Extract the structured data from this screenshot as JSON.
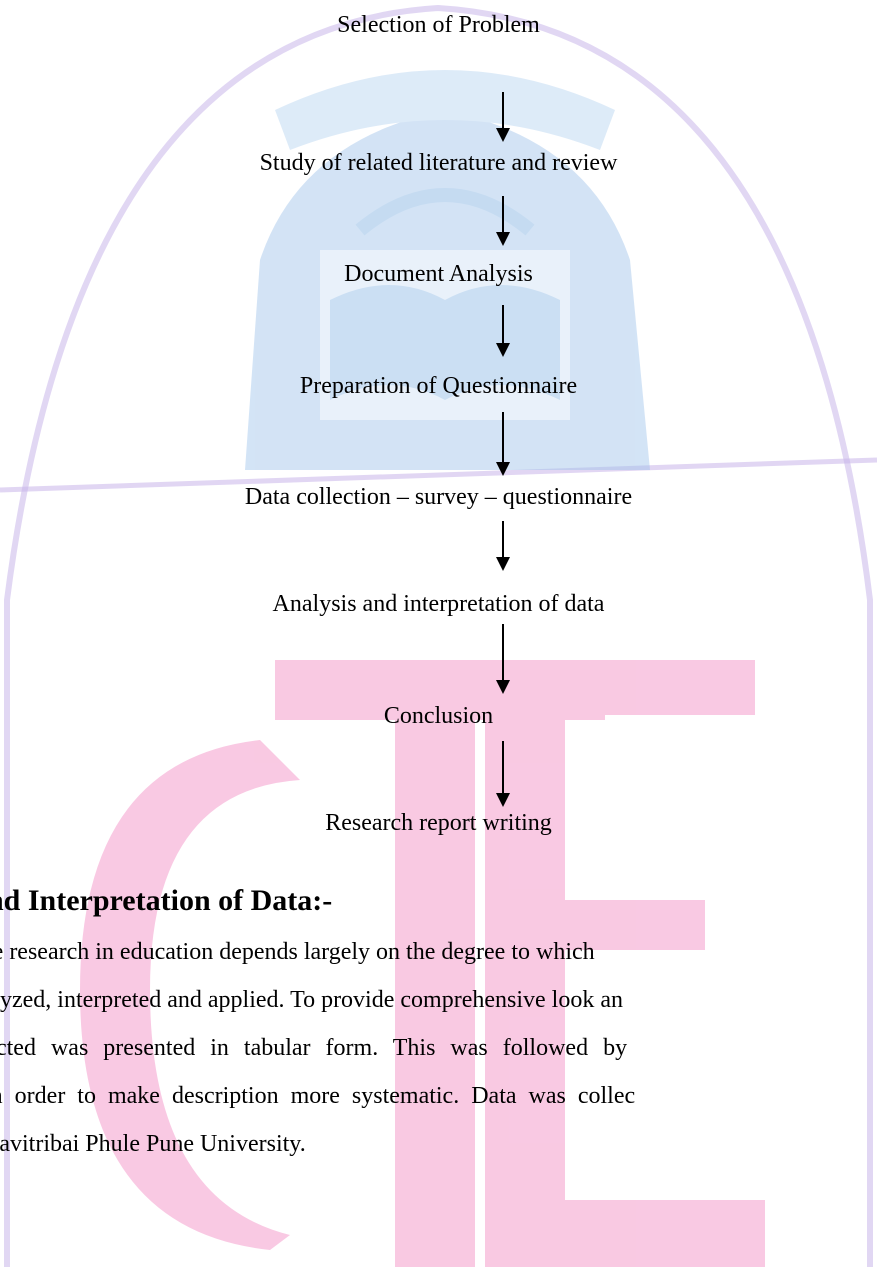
{
  "flowchart": {
    "steps": [
      "Selection of Problem",
      "Study of related literature and review",
      "Document Analysis",
      "Preparation of Questionnaire",
      "Data collection – survey – questionnaire",
      "Analysis and interpretation of data",
      "Conclusion",
      "Research report writing"
    ]
  },
  "section": {
    "heading": "and Interpretation of Data:-",
    "lines": [
      "f the research in education depends largely on the degree to which",
      " analyzed, interpreted and applied. To provide comprehensive look an",
      "ollected was presented in tabular form. This was followed by",
      "n in order to make description more systematic. Data was collec",
      " of Savitribai Phule Pune University."
    ]
  },
  "watermark": {
    "text": "CTE",
    "colors": {
      "logo_blue": "#9ec3ea",
      "letters_pink": "#f7b7d9",
      "arch_purple": "#c9b6ea"
    }
  }
}
